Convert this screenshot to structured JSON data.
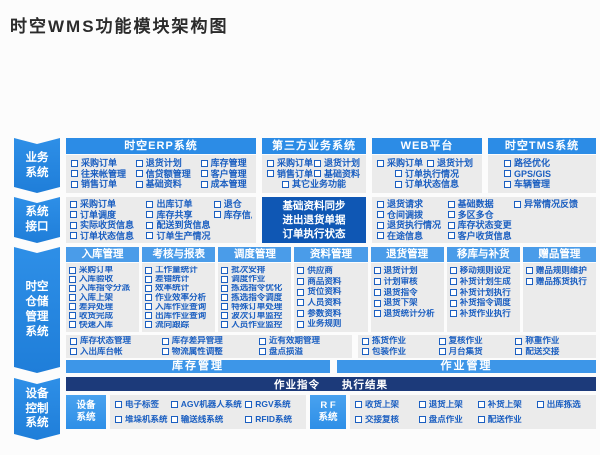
{
  "page": {
    "title": "时空WMS功能模块架构图"
  },
  "colors": {
    "header_blue": "#2c8ce6",
    "subheader_blue": "#4a9ce9",
    "bar_blue": "#3d96e8",
    "dark_navy": "#1c3a7a",
    "sync_blue": "#0f57b4",
    "panel_gray": "#ebebeb",
    "item_blue": "#1b5fc1",
    "ribbon_blue": "#2e8fe7"
  },
  "sidebar": [
    "业务\n系统",
    "系统\n接口",
    "时空\n仓储\n管理\n系统",
    "设备\n控制\n系统"
  ],
  "business": {
    "erp": {
      "title": "时空ERP系统",
      "items": [
        "采购订单",
        "退货计划",
        "库存管理",
        "往来帐管理",
        "信贷额管理",
        "客户管理",
        "销售订单",
        "基础资料",
        "成本管理"
      ]
    },
    "third_party": {
      "title": "第三方业务系统",
      "items": [
        "采购订单",
        "退货计划",
        "销售订单",
        "基础资料"
      ],
      "footer": "其它业务功能"
    },
    "web": {
      "title": "WEB平台",
      "items": [
        "采购订单",
        "退货计划"
      ],
      "rows": [
        "订单执行情况",
        "订单状态信息"
      ]
    },
    "tms": {
      "title": "时空TMS系统",
      "items": [
        "路径优化",
        "GPS/GIS",
        "车辆管理"
      ]
    }
  },
  "interface_row": {
    "left_items": [
      "采购订单",
      "出库订单",
      "退仓",
      "订单调度",
      "库存共享",
      "库存信息",
      "实际收货信息",
      "配送到货信息",
      "",
      "订单状态信息",
      "订单生产情况",
      ""
    ],
    "center_box": "基础资料同步\n进出退货单据\n订单执行状态",
    "right_items": [
      "退货请求",
      "基础数据",
      "异常情况反馈",
      "仓间调拨",
      "多区多仓",
      "",
      "退货执行情况",
      "库存状态变更",
      "",
      "在途信息",
      "客户收货信息",
      ""
    ]
  },
  "wms": {
    "columns": [
      {
        "title": "入库管理",
        "items": [
          "采购订单",
          "入库验收",
          "入库指令分派",
          "入库上架",
          "差异处理",
          "收货完成",
          "快速入库"
        ]
      },
      {
        "title": "考核与报表",
        "items": [
          "工作量统计",
          "差错统计",
          "效率统计",
          "作业效率分析",
          "入库作业查询",
          "出库作业查询",
          "流向跟踪"
        ]
      },
      {
        "title": "调度管理",
        "items": [
          "批次安排",
          "调度作业",
          "拣选指令优化",
          "拣选指令调度",
          "特殊订单处理",
          "波次订单监控",
          "人员作业监控"
        ]
      },
      {
        "title": "资料管理",
        "items": [
          "供应商",
          "商品资料",
          "货位资料",
          "人员资料",
          "参数资料",
          "业务规则"
        ]
      },
      {
        "title": "退货管理",
        "items": [
          "退货计划",
          "计划审核",
          "退货指令",
          "退货下架",
          "退货统计分析"
        ]
      },
      {
        "title": "移库与补货",
        "items": [
          "移动规则设定",
          "补货计划生成",
          "补货计划执行",
          "补货指令调度",
          "补货作业执行"
        ]
      },
      {
        "title": "赠品管理",
        "items": [
          "赠品规则维护",
          "赠品拣货执行"
        ]
      }
    ],
    "inventory_group": {
      "items": [
        "库存状态管理",
        "库存差异管理",
        "近有效期管理",
        "入出库台帐",
        "物流属性调整",
        "盘点损溢"
      ],
      "bar": "库存管理"
    },
    "operation_group": {
      "items": [
        "拣货作业",
        "复核作业",
        "称重作业",
        "包装作业",
        "月台集货",
        "配送交接"
      ],
      "bar": "作业管理"
    }
  },
  "device": {
    "bar": {
      "left": "作业指令",
      "right": "执行结果"
    },
    "device_box": "设备\n系统",
    "device_items": [
      "电子标签",
      "AGV机器人系统",
      "RGV系统",
      "堆垛机系统",
      "输送线系统",
      "RFID系统"
    ],
    "rf_box": "R F\n系统",
    "rf_items": [
      "收货上架",
      "退货上架",
      "补货上架",
      "出库拣选",
      "交接复核",
      "盘点作业",
      "配送作业",
      ""
    ]
  }
}
